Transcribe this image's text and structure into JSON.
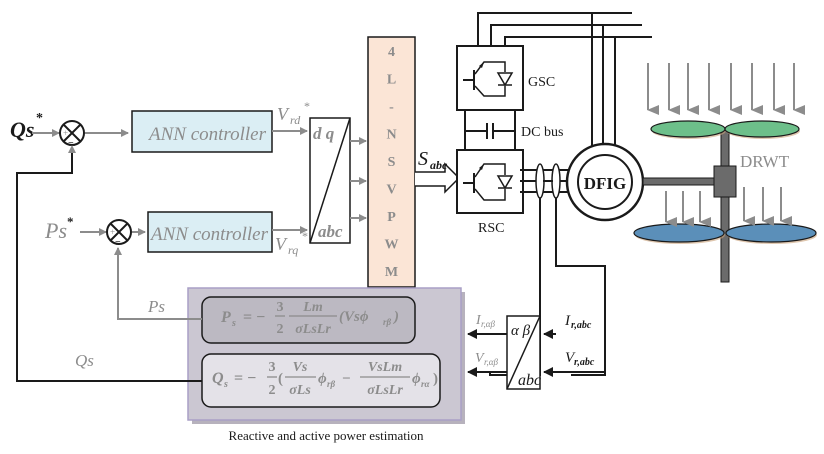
{
  "diagram": {
    "inputs": {
      "qs_ref": "Qs",
      "qs_ref_sup": "*",
      "ps_ref": "Ps",
      "ps_ref_sup": "*"
    },
    "summers": {
      "plus": "+",
      "minus": "−"
    },
    "controllers": [
      {
        "label": "ANN controller"
      },
      {
        "label": "ANN controller"
      }
    ],
    "signals": {
      "vrd_main": "V",
      "vrd_sub": "rd",
      "vrd_sup": "*",
      "vrq_main": "V",
      "vrq_sub": "rq",
      "vrq_sup": "*",
      "sabc_main": "S",
      "sabc_sub": "abc",
      "ps_feedback": "Ps",
      "qs_feedback": "Qs",
      "ir_ab_main": "I",
      "ir_ab_sub": "r,αβ",
      "vr_ab_main": "V",
      "vr_ab_sub": "r,αβ",
      "ir_abc_main": "I",
      "ir_abc_sub": "r,abc",
      "vr_abc_main": "V",
      "vr_abc_sub": "r,abc"
    },
    "dq_abc_block": {
      "top": "d q",
      "bottom": "abc"
    },
    "pwm_block": {
      "letters": [
        "4",
        "L",
        "-",
        "N",
        "S",
        "V",
        "P",
        "W",
        "M"
      ]
    },
    "converters": {
      "gsc": "GSC",
      "rsc": "RSC",
      "dc_bus": "DC bus"
    },
    "generator": "DFIG",
    "turbine": "DRWT",
    "ab_abc_block": {
      "top": "α β",
      "bottom": "abc"
    },
    "estimation": {
      "caption": "Reactive and active power estimation",
      "ps_eq": {
        "lhs": "P",
        "lhs_sub": "s",
        "eq": "= −",
        "frac1_num": "3",
        "frac1_den": "2",
        "frac2_num": "Lm",
        "frac2_den": "σLsLr",
        "tail": "(Vsϕ",
        "tail_sub": "rβ",
        "tail_end": ")"
      },
      "qs_eq": {
        "lhs": "Q",
        "lhs_sub": "s",
        "eq": "= −",
        "frac1_num": "3",
        "frac1_den": "2",
        "open": "(",
        "frac2_num": "Vs",
        "frac2_den": "σLs",
        "mid": "ϕ",
        "mid_sub": "rβ",
        "minus": "−",
        "frac3_num": "VsLm",
        "frac3_den": "σLsLr",
        "tail": "ϕ",
        "tail_sub": "rα",
        "close": ")"
      }
    },
    "colors": {
      "controller_fill": "#dbeef4",
      "pwm_fill": "#fbe5d6",
      "estimation_fill": "#cbc7d2",
      "estimation_border": "#a99fc6",
      "eq_box_fill": "#bcb9c2",
      "eq_box2_fill": "#e4e2e8",
      "blade_top": "#6dbf8a",
      "blade_bottom": "#5b8fb9",
      "hub": "#6b6b6b",
      "gray_signal": "#8c8c8c"
    }
  }
}
